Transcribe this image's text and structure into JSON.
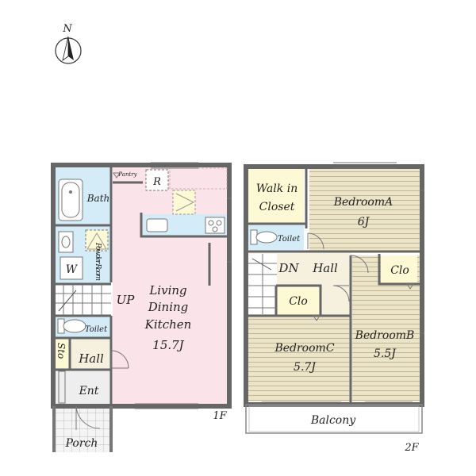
{
  "compass": {
    "label": "N"
  },
  "floor1": {
    "label": "1F",
    "rooms": {
      "bath": "Bath",
      "pantry": "Pantry",
      "refrigerator": "R",
      "washer": "W",
      "powder_room": "Powder Room",
      "up": "UP",
      "ldk_1": "Living",
      "ldk_2": "Dining",
      "ldk_3": "Kitchen",
      "ldk_size": "15.7J",
      "toilet": "Toilet",
      "storage": "Sto",
      "hall": "Hall",
      "entrance": "Ent",
      "porch": "Porch"
    }
  },
  "floor2": {
    "label": "2F",
    "rooms": {
      "walkin_1": "Walk in",
      "walkin_2": "Closet",
      "bedroom_a": "BedroomA",
      "bedroom_a_size": "6J",
      "toilet": "Toilet",
      "dn": "DN",
      "hall": "Hall",
      "closet_a": "Clo",
      "closet_c": "Clo",
      "bedroom_b": "BedroomB",
      "bedroom_b_size": "5.5J",
      "bedroom_c": "BedroomC",
      "bedroom_c_size": "5.7J",
      "balcony": "Balcony"
    }
  },
  "colors": {
    "wall": "#666666",
    "wet_area": "#d4ecf7",
    "ldk": "#fbe3ea",
    "hall_floor": "#f6f1df",
    "closet_fill": "#fdf9d4",
    "bedroom_floor": "#e9e0c2",
    "porch_floor": "#eeeeee"
  }
}
